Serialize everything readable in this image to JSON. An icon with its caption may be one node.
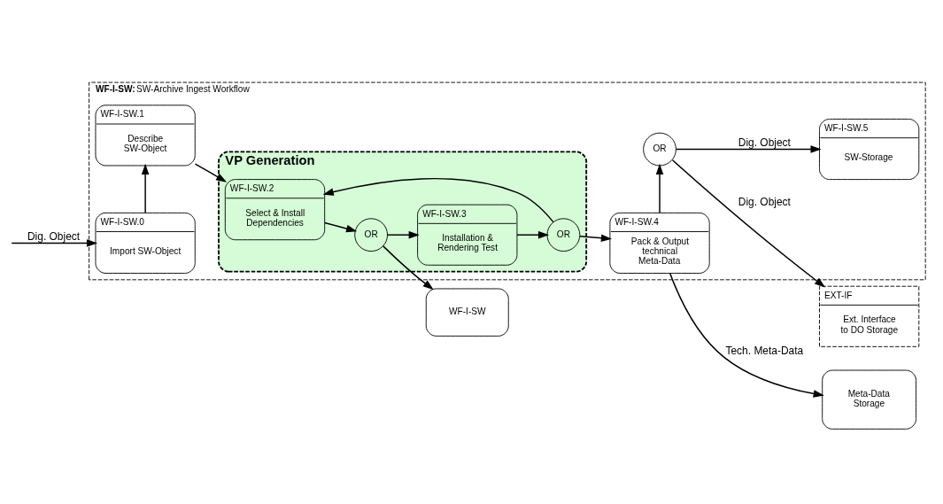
{
  "diagram": {
    "nodes": [
      {
        "text": [
          "WF-I-SW:",
          "SW-Archive Ingest Workflow"
        ]
      },
      {
        "text": [
          "VP Generation"
        ],
        "in": 0
      },
      {
        "text": [
          "WF-I-SW.0",
          "Import SW-Object"
        ],
        "in": 0
      },
      {
        "text": [
          "WF-I-SW.1",
          "Describe SW-Object"
        ],
        "in": 0
      },
      {
        "text": [
          "WF-I-SW.2",
          "Select & Install Dependencies"
        ],
        "in": 1
      },
      {
        "text": [
          "OR"
        ],
        "in": 1
      },
      {
        "text": [
          "WF-I-SW.3",
          "Installation & Rendering Test"
        ],
        "in": 1
      },
      {
        "text": [
          "OR"
        ],
        "in": 1
      },
      {
        "text": [
          "WF-I-SW.4",
          "Pack & Output technical Meta-Data"
        ],
        "in": 0
      },
      {
        "text": [
          "OR"
        ],
        "in": 0
      },
      {
        "text": [
          "WF-I-SW.5",
          "SW-Storage"
        ],
        "in": 0
      },
      {
        "text": [
          "Meta-Data Storage"
        ]
      },
      {
        "text": [
          "EXT-IF",
          "Ext. Interface to DO Storage"
        ]
      },
      {
        "text": [
          "WF-I-SW"
        ]
      }
    ],
    "edges": [
      {
        "from": null,
        "to": 2,
        "arrow": "to",
        "label": "Dig. Object"
      },
      {
        "from": 2,
        "to": 3,
        "arrow": "to"
      },
      {
        "from": 3,
        "to": 4,
        "arrow": "to"
      },
      {
        "from": 4,
        "to": 5,
        "arrow": "to"
      },
      {
        "from": 5,
        "to": 6,
        "arrow": "to"
      },
      {
        "from": 6,
        "to": 7,
        "arrow": "to"
      },
      {
        "from": 7,
        "to": 4,
        "arrow": "to"
      },
      {
        "from": 7,
        "to": 8,
        "arrow": "to"
      },
      {
        "from": 5,
        "to": 13,
        "arrow": "to"
      },
      {
        "from": 8,
        "to": 11,
        "arrow": "to",
        "label": "Tech. Meta-Data"
      },
      {
        "from": 8,
        "to": 9,
        "arrow": "to"
      },
      {
        "from": 9,
        "to": 12,
        "arrow": "to",
        "label": "Dig. Object"
      },
      {
        "from": 9,
        "to": 10,
        "arrow": "to",
        "label": "Dig. Object"
      }
    ]
  }
}
